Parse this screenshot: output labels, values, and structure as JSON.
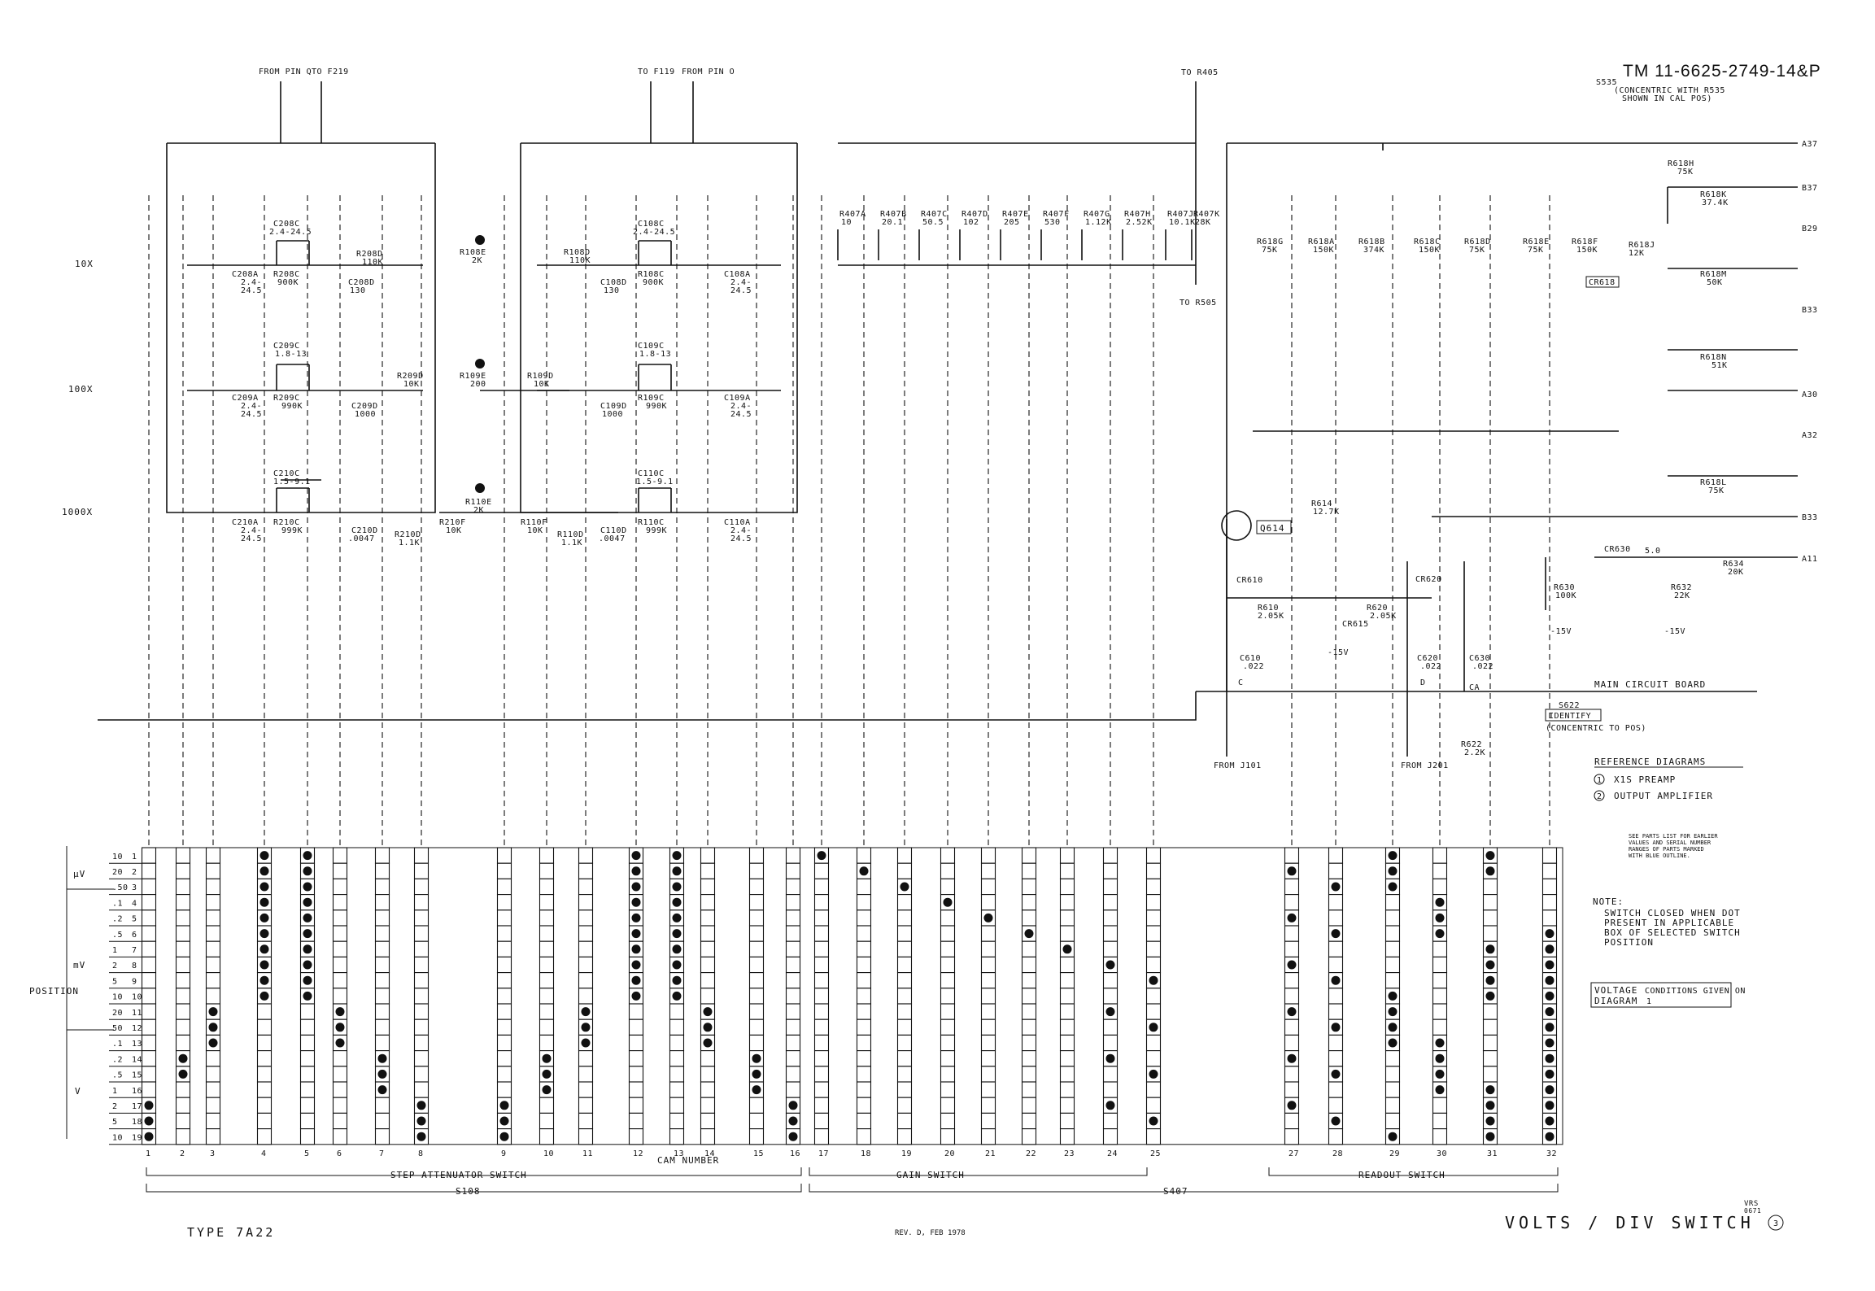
{
  "header": {
    "doc_number": "TM 11-6625-2749-14&P"
  },
  "footer": {
    "type_label": "TYPE 7A22",
    "revision": "REV. D, FEB 1978",
    "sheet_title": "VOLTS / DIV SWITCH",
    "sheet_number": "3",
    "artist": "VRS",
    "artist_code": "0671"
  },
  "connections": {
    "from_pin_q": "FROM PIN Q",
    "to_f219": "TO F219",
    "to_f119": "TO F119",
    "from_pin_o": "FROM PIN O",
    "to_r405": "TO R405",
    "to_r505": "TO R505",
    "from_j101": "FROM J101",
    "from_j201": "FROM J201",
    "diag1": "1",
    "diag2": "2"
  },
  "s535_note": [
    "S535",
    "(CONCENTRIC WITH R535",
    "SHOWN IN CAL POS)"
  ],
  "attenuator_rows": [
    "10X",
    "100X",
    "1000X"
  ],
  "components_left": {
    "c208c": [
      "C208C",
      "2.4-24.5"
    ],
    "r208c": [
      "R208C",
      "900K"
    ],
    "r208d": [
      "R208D",
      "110K"
    ],
    "c208d": [
      "C208D",
      "130"
    ],
    "c208a": [
      "C208A",
      "2.4-",
      "24.5"
    ],
    "c209c": [
      "C209C",
      "1.8-13"
    ],
    "r209c": [
      "R209C",
      "990K"
    ],
    "c209d": [
      "C209D",
      "1000"
    ],
    "r209d": [
      "R209D",
      "10K"
    ],
    "c209a": [
      "C209A",
      "2.4-",
      "24.5"
    ],
    "c210c": [
      "C210C",
      "1.5-9.1"
    ],
    "r210c": [
      "R210C",
      "999K"
    ],
    "c210d": [
      "C210D",
      ".0047"
    ],
    "r210d": [
      "R210D",
      "1.1K"
    ],
    "r210f": [
      "R210F",
      "10K"
    ],
    "c210a": [
      "C210A",
      "2.4-",
      "24.5"
    ]
  },
  "components_mid": {
    "r108e": [
      "R108E",
      "2K"
    ],
    "r109e": [
      "R109E",
      "200"
    ],
    "r110e": [
      "R110E",
      "2K"
    ],
    "r110f": [
      "R110F",
      "10K"
    ]
  },
  "components_right": {
    "r108d": [
      "R108D",
      "110K"
    ],
    "c108d": [
      "C108D",
      "130"
    ],
    "c108c": [
      "C108C",
      "2.4-24.5"
    ],
    "r108c": [
      "R108C",
      "900K"
    ],
    "c108a": [
      "C108A",
      "2.4-",
      "24.5"
    ],
    "r109d": [
      "R109D",
      "10K"
    ],
    "c109c": [
      "C109C",
      "1.8-13"
    ],
    "r109c": [
      "R109C",
      "990K"
    ],
    "c109d": [
      "C109D",
      "1000"
    ],
    "c109a": [
      "C109A",
      "2.4-",
      "24.5"
    ],
    "r110d": [
      "R110D",
      "1.1K"
    ],
    "c110d": [
      "C110D",
      ".0047"
    ],
    "c110c": [
      "C110C",
      "1.5-9.1"
    ],
    "r110c": [
      "R110C",
      "999K"
    ],
    "c110a": [
      "C110A",
      "2.4-",
      "24.5"
    ]
  },
  "gain_resistors": [
    [
      "R407A",
      "10"
    ],
    [
      "R407B",
      "20.1"
    ],
    [
      "R407C",
      "50.5"
    ],
    [
      "R407D",
      "102"
    ],
    [
      "R407E",
      "205"
    ],
    [
      "R407F",
      "530"
    ],
    [
      "R407G",
      "1.12K"
    ],
    [
      "R407H",
      "2.52K"
    ],
    [
      "R407J",
      "10.1K"
    ],
    [
      "R407K",
      "28K"
    ]
  ],
  "readout_resistors": [
    [
      "R618G",
      "75K"
    ],
    [
      "R618A",
      "150K"
    ],
    [
      "R618B",
      "374K"
    ],
    [
      "R618C",
      "150K"
    ],
    [
      "R618D",
      "75K"
    ],
    [
      "R618E",
      "75K"
    ],
    [
      "R618F",
      "150K"
    ]
  ],
  "readout_right": {
    "r618h": [
      "R618H",
      "75K"
    ],
    "r618k": [
      "R618K",
      "37.4K"
    ],
    "r618j": [
      "R618J",
      "12K"
    ],
    "cr618": "CR618",
    "r618m": [
      "R618M",
      "50K"
    ],
    "r618n": [
      "R618N",
      "51K"
    ],
    "r618l": [
      "R618L",
      "75K"
    ]
  },
  "outputs": [
    "A37",
    "B37",
    "B29",
    "B33",
    "A30",
    "A32",
    "B33",
    "A11"
  ],
  "lower_circuit": {
    "q614": "Q614",
    "r614": [
      "R614",
      "12.7K"
    ],
    "cr610": "CR610",
    "r610": [
      "R610",
      "2.05K"
    ],
    "cr615": "CR615",
    "r620": [
      "R620",
      "2.05K"
    ],
    "cr620": "CR620",
    "minus15": "-15V",
    "c610": [
      "C610",
      ".022"
    ],
    "c620": [
      "C620",
      ".022"
    ],
    "c630": [
      "C630",
      ".022"
    ],
    "cr630": "CR630",
    "r630": [
      "R630",
      "100K"
    ],
    "r632": [
      "R632",
      "22K"
    ],
    "r634": [
      "R634",
      "20K"
    ],
    "r622": [
      "R622",
      "2.2K"
    ],
    "main_board": "MAIN CIRCUIT BOARD",
    "s622": "S622",
    "identify": "IDENTIFY",
    "concentric": "(CONCENTRIC TO POS)",
    "jt_c": "C",
    "jt_d": "D",
    "jt_ca": "CA",
    "cr630_val": "5.0"
  },
  "reference": {
    "title": "REFERENCE DIAGRAMS",
    "items": [
      "X1S PREAMP",
      "OUTPUT AMPLIFIER"
    ],
    "item_nums": [
      "1",
      "2"
    ]
  },
  "parts_note": [
    "SEE PARTS LIST FOR EARLIER",
    "VALUES AND SERIAL NUMBER",
    "RANGES OF PARTS MARKED",
    "WITH BLUE OUTLINE."
  ],
  "note": {
    "title": "NOTE:",
    "lines": [
      "SWITCH CLOSED WHEN DOT",
      "PRESENT IN APPLICABLE",
      "BOX OF SELECTED SWITCH",
      "POSITION"
    ]
  },
  "voltage_note": {
    "boxed": "VOLTAGE",
    "rest": "CONDITIONS GIVEN ON",
    "line2": "DIAGRAM",
    "num": "1"
  },
  "switch_chart": {
    "position_label": "POSITION",
    "units": [
      "µV",
      "mV",
      "V"
    ],
    "values": [
      "10",
      "20",
      ".50",
      ".1",
      ".2",
      ".5",
      "1",
      "2",
      "5",
      "10",
      "20",
      "50",
      ".1",
      ".2",
      ".5",
      "1",
      "2",
      "5",
      "10"
    ],
    "positions": [
      "1",
      "2",
      "3",
      "4",
      "5",
      "6",
      "7",
      "8",
      "9",
      "10",
      "11",
      "12",
      "13",
      "14",
      "15",
      "16",
      "17",
      "18",
      "19"
    ],
    "cams": [
      "1",
      "2",
      "3",
      "4",
      "5",
      "6",
      "7",
      "8",
      "9",
      "10",
      "11",
      "12",
      "13",
      "14",
      "15",
      "16",
      "17",
      "18",
      "19",
      "20",
      "21",
      "22",
      "23",
      "24",
      "25",
      "27",
      "28",
      "29",
      "30",
      "31",
      "32"
    ],
    "closed": {
      "1": [
        17,
        18,
        19
      ],
      "2": [
        14,
        15
      ],
      "3": [
        11,
        12,
        13
      ],
      "4": [
        1,
        2,
        3,
        4,
        5,
        6,
        7,
        8,
        9,
        10
      ],
      "5": [
        1,
        2,
        3,
        4,
        5,
        6,
        7,
        8,
        9,
        10
      ],
      "6": [
        11,
        12,
        13
      ],
      "7": [
        14,
        15,
        16
      ],
      "8": [
        17,
        18,
        19
      ],
      "9": [
        17,
        18,
        19
      ],
      "10": [
        14,
        15,
        16
      ],
      "11": [
        11,
        12,
        13
      ],
      "12": [
        1,
        2,
        3,
        4,
        5,
        6,
        7,
        8,
        9,
        10
      ],
      "13": [
        1,
        2,
        3,
        4,
        5,
        6,
        7,
        8,
        9,
        10
      ],
      "14": [
        11,
        12,
        13
      ],
      "15": [
        14,
        15,
        16
      ],
      "16": [
        17,
        18,
        19
      ],
      "17": [
        1
      ],
      "18": [
        2
      ],
      "19": [
        3
      ],
      "20": [
        4
      ],
      "21": [
        5
      ],
      "22": [
        6
      ],
      "23": [
        7
      ],
      "24": [
        8,
        11,
        14,
        17
      ],
      "25": [
        9,
        12,
        15,
        18
      ],
      "27": [
        2,
        5,
        8,
        11,
        14,
        17
      ],
      "28": [
        3,
        6,
        9,
        12,
        15,
        18
      ],
      "29": [
        1,
        2,
        3,
        10,
        11,
        12,
        13,
        19
      ],
      "30": [
        4,
        5,
        6,
        13,
        14,
        15,
        16
      ],
      "31": [
        1,
        2,
        7,
        8,
        9,
        10,
        16,
        17,
        18,
        19
      ],
      "32": [
        6,
        7,
        8,
        9,
        10,
        11,
        12,
        13,
        14,
        15,
        16,
        17,
        18,
        19
      ]
    }
  },
  "switch_names": {
    "step_attenuator": "STEP ATTENUATOR SWITCH",
    "cam_number": "CAM NUMBER",
    "gain": "GAIN SWITCH",
    "readout": "READOUT SWITCH",
    "s108": "S108",
    "s407": "S407"
  }
}
